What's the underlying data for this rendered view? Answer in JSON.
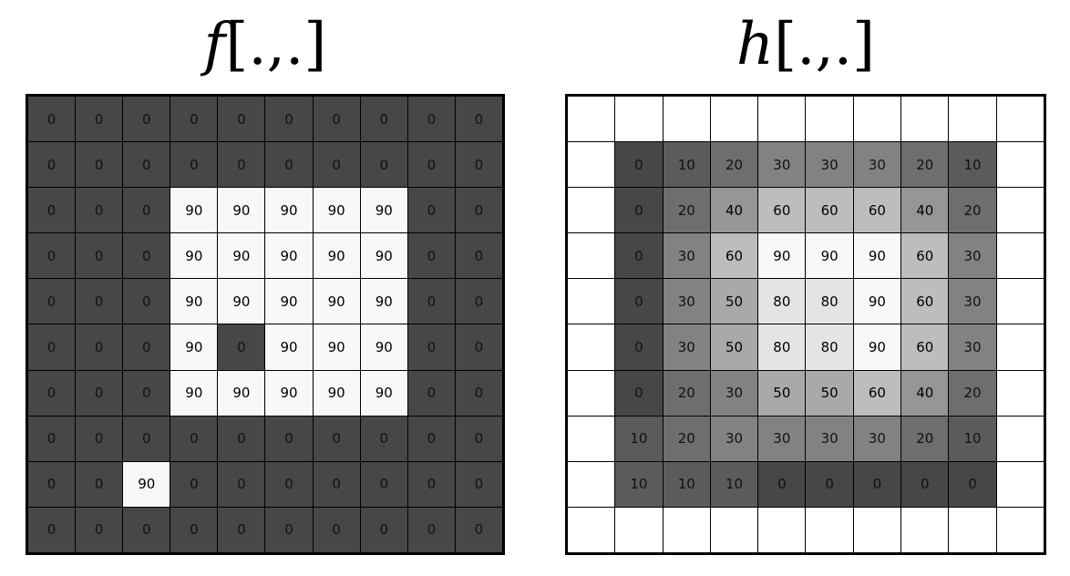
{
  "titles": {
    "input_fn": "f",
    "input_args": "[.,.]",
    "output_fn": "h",
    "output_args": "[.,.]"
  },
  "colors": {
    "dark": "#474747",
    "white": "#f8f8f8",
    "border": "#000000"
  },
  "input_grid": [
    [
      "0",
      "0",
      "0",
      "0",
      "0",
      "0",
      "0",
      "0",
      "0",
      "0"
    ],
    [
      "0",
      "0",
      "0",
      "0",
      "0",
      "0",
      "0",
      "0",
      "0",
      "0"
    ],
    [
      "0",
      "0",
      "0",
      "90",
      "90",
      "90",
      "90",
      "90",
      "0",
      "0"
    ],
    [
      "0",
      "0",
      "0",
      "90",
      "90",
      "90",
      "90",
      "90",
      "0",
      "0"
    ],
    [
      "0",
      "0",
      "0",
      "90",
      "90",
      "90",
      "90",
      "90",
      "0",
      "0"
    ],
    [
      "0",
      "0",
      "0",
      "90",
      "0",
      "90",
      "90",
      "90",
      "0",
      "0"
    ],
    [
      "0",
      "0",
      "0",
      "90",
      "90",
      "90",
      "90",
      "90",
      "0",
      "0"
    ],
    [
      "0",
      "0",
      "0",
      "0",
      "0",
      "0",
      "0",
      "0",
      "0",
      "0"
    ],
    [
      "0",
      "0",
      "90",
      "0",
      "0",
      "0",
      "0",
      "0",
      "0",
      "0"
    ],
    [
      "0",
      "0",
      "0",
      "0",
      "0",
      "0",
      "0",
      "0",
      "0",
      "0"
    ]
  ],
  "output_grid": [
    [
      "",
      "",
      "",
      "",
      "",
      "",
      "",
      "",
      "",
      ""
    ],
    [
      "",
      "0",
      "10",
      "20",
      "30",
      "30",
      "30",
      "20",
      "10",
      ""
    ],
    [
      "",
      "0",
      "20",
      "40",
      "60",
      "60",
      "60",
      "40",
      "20",
      ""
    ],
    [
      "",
      "0",
      "30",
      "60",
      "90",
      "90",
      "90",
      "60",
      "30",
      ""
    ],
    [
      "",
      "0",
      "30",
      "50",
      "80",
      "80",
      "90",
      "60",
      "30",
      ""
    ],
    [
      "",
      "0",
      "30",
      "50",
      "80",
      "80",
      "90",
      "60",
      "30",
      ""
    ],
    [
      "",
      "0",
      "20",
      "30",
      "50",
      "50",
      "60",
      "40",
      "20",
      ""
    ],
    [
      "",
      "10",
      "20",
      "30",
      "30",
      "30",
      "30",
      "20",
      "10",
      ""
    ],
    [
      "",
      "10",
      "10",
      "10",
      "0",
      "0",
      "0",
      "0",
      "0",
      ""
    ],
    [
      "",
      "",
      "",
      "",
      "",
      "",
      "",
      "",
      "",
      ""
    ]
  ]
}
